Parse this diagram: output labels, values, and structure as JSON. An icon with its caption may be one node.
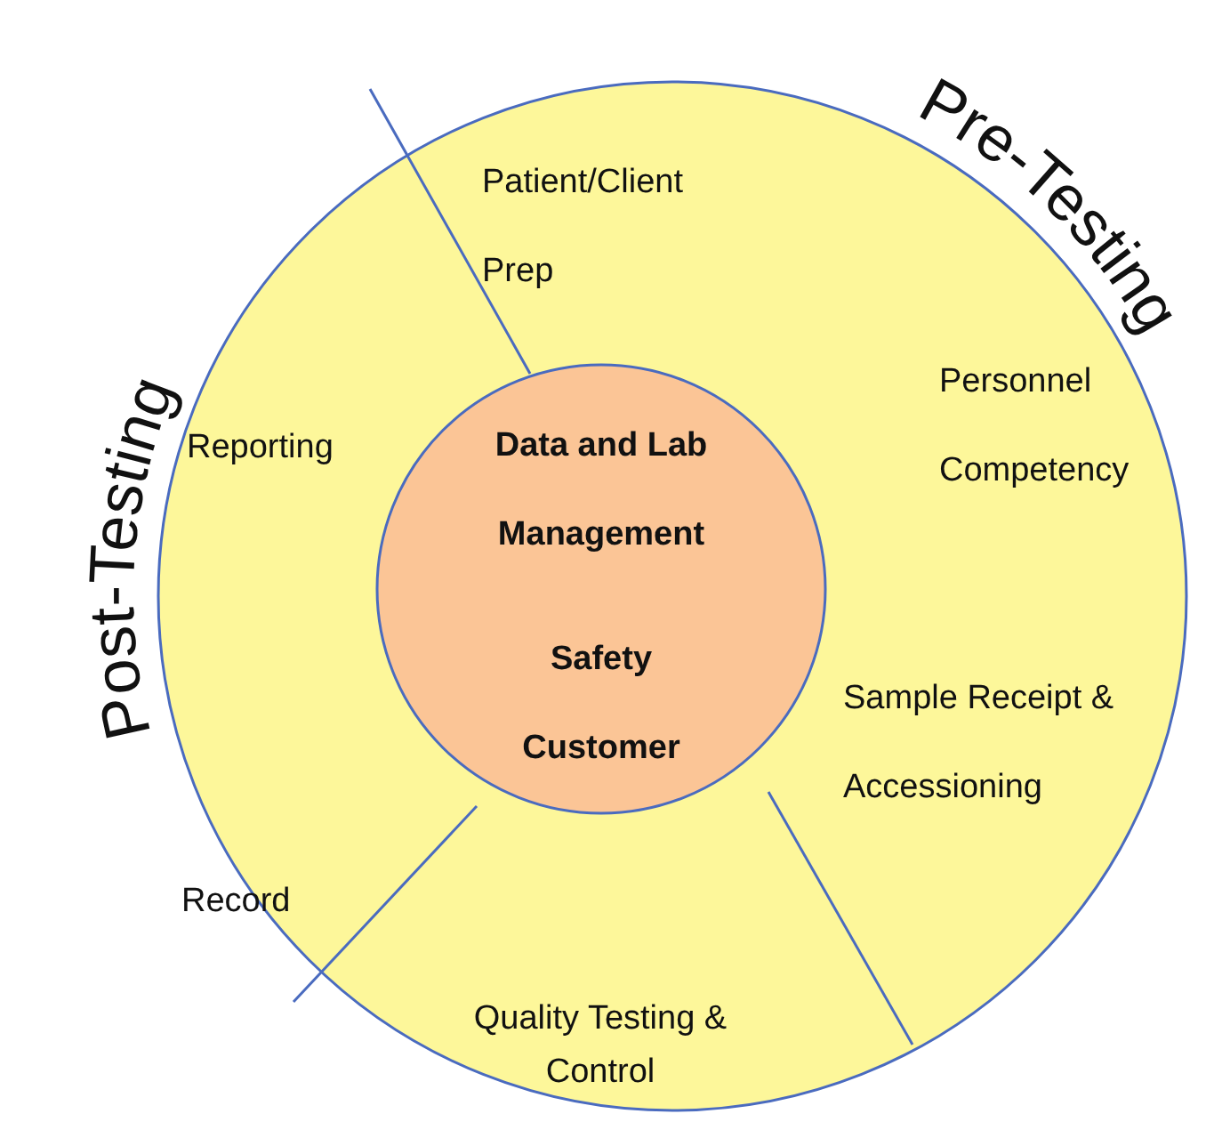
{
  "diagram": {
    "nodes": [
      {
        "text": [],
        "shape": "circle"
      },
      {
        "text": [
          "Data and Lab Management",
          "Safety",
          "Customer"
        ],
        "in": 0
      }
    ],
    "edges": [],
    "labels": [
      "Pre-Testing",
      "Post-Testing",
      "Patient/Client Prep",
      "Personnel Competency",
      "Reporting",
      "Sample Receipt & Accessioning",
      "Record",
      "Quality Testing & Control"
    ]
  }
}
